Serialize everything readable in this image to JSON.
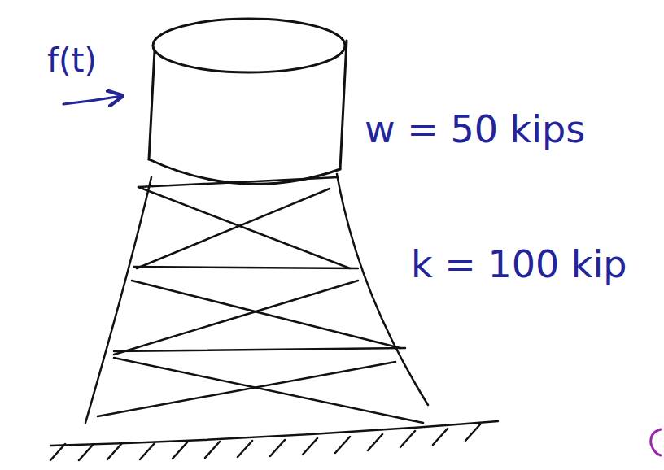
{
  "diagram": {
    "labels": [
      "f(t)",
      "w = 50 kips",
      "k = 100 kip"
    ]
  }
}
